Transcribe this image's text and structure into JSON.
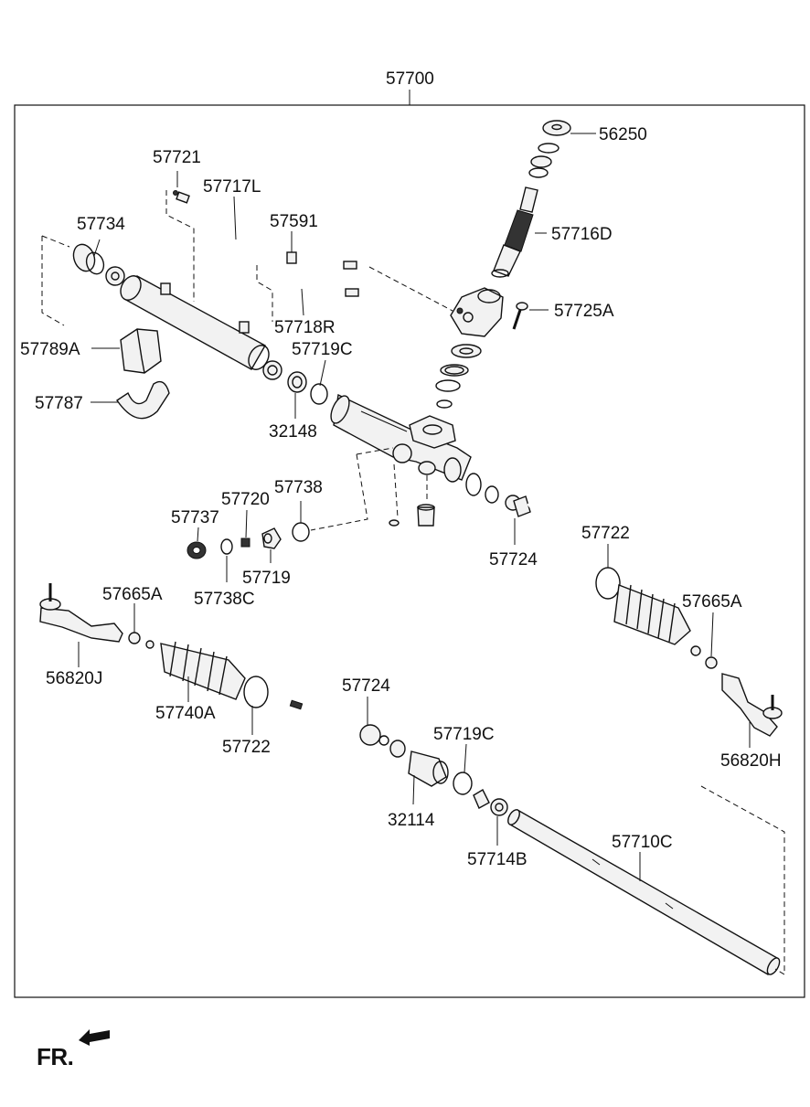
{
  "diagram": {
    "assembly_label": "57700",
    "labels": {
      "p56250": "56250",
      "p57721": "57721",
      "p57717L": "57717L",
      "p57591": "57591",
      "p57716D": "57716D",
      "p57734": "57734",
      "p57725A": "57725A",
      "p57718R": "57718R",
      "p57789A": "57789A",
      "p57719C_top": "57719C",
      "p57787": "57787",
      "p32148": "32148",
      "p57738": "57738",
      "p57720": "57720",
      "p57737": "57737",
      "p57719": "57719",
      "p57738C": "57738C",
      "p57722_right": "57722",
      "p57724_right": "57724",
      "p57665A_left": "57665A",
      "p57665A_right": "57665A",
      "p56820J": "56820J",
      "p57740A": "57740A",
      "p57724_mid": "57724",
      "p57722_left": "57722",
      "p57719C_low": "57719C",
      "p32114": "32114",
      "p56820H": "56820H",
      "p57714B": "57714B",
      "p57710C": "57710C"
    }
  },
  "footer": {
    "direction_label": "FR."
  }
}
